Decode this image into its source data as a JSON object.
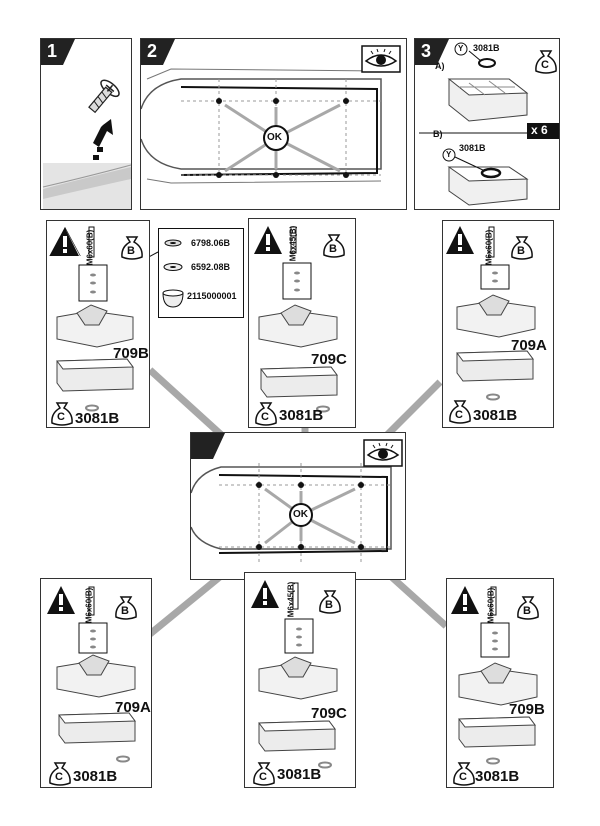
{
  "steps": {
    "s1": "1",
    "s2": "2",
    "s3": "3"
  },
  "ok_label": "OK",
  "step3": {
    "part": "3081B",
    "y_label": "Y",
    "c_label": "C",
    "opt_a": "A)",
    "opt_b": "B)",
    "multiplier": "x 6"
  },
  "legend": {
    "items": [
      {
        "code": "6798.06B"
      },
      {
        "code": "6592.08B"
      },
      {
        "code": "2115000001"
      }
    ]
  },
  "b_label": "B",
  "c_label": "C",
  "pad_code": "3081B",
  "feet": {
    "top_left": {
      "screw": "M6x60(B)",
      "foot": "709B"
    },
    "top_mid": {
      "screw": "M6x45(B)",
      "foot": "709C"
    },
    "top_right": {
      "screw": "M6x60(B)",
      "foot": "709A"
    },
    "bot_left": {
      "screw": "M6x60(B)",
      "foot": "709A"
    },
    "bot_mid": {
      "screw": "M6x45(B)",
      "foot": "709C"
    },
    "bot_right": {
      "screw": "M6x60(B)",
      "foot": "709B"
    }
  }
}
